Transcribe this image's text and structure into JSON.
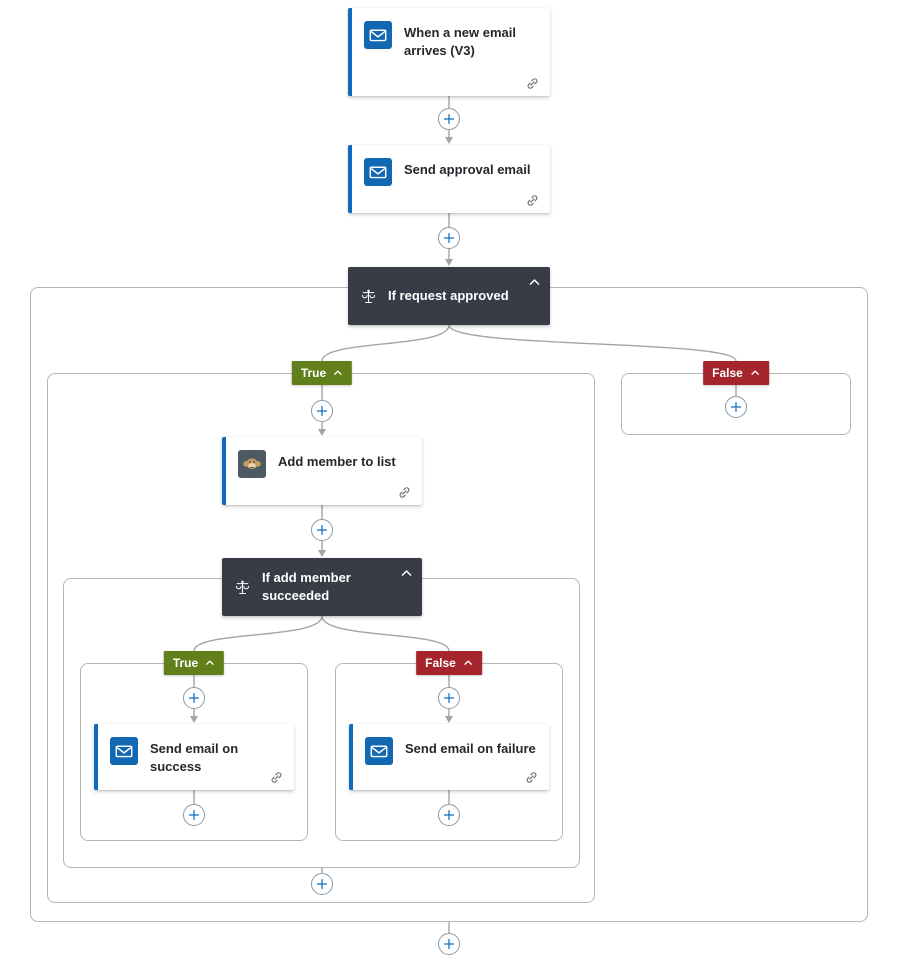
{
  "flow": {
    "trigger": {
      "title": "When a new email arrives (V3)",
      "icon": "outlook-icon"
    },
    "actions": {
      "send_approval": {
        "title": "Send approval email",
        "icon": "outlook-icon"
      },
      "add_member": {
        "title": "Add member to list",
        "icon": "mailchimp-icon"
      },
      "send_success": {
        "title": "Send email on success",
        "icon": "outlook-icon"
      },
      "send_failure": {
        "title": "Send email on failure",
        "icon": "outlook-icon"
      }
    },
    "conditions": {
      "request_approved": {
        "title": "If request approved",
        "icon": "balance-scale-icon"
      },
      "add_member_succeeded": {
        "title": "If add member succeeded",
        "icon": "balance-scale-icon"
      }
    },
    "branch_labels": {
      "true": "True",
      "false": "False"
    }
  },
  "colors": {
    "accent_blue": "#0f6cbd",
    "condition_bg": "#373c46",
    "true_badge": "#61801c",
    "false_badge": "#a4262c",
    "connector": "#a6a4a2",
    "container_border": "#b8b6b4",
    "outlook_tile": "#1268b3",
    "mailchimp_tile": "#4e5a61",
    "plus_ring": "#8a98a6",
    "card_text": "#24272b"
  }
}
